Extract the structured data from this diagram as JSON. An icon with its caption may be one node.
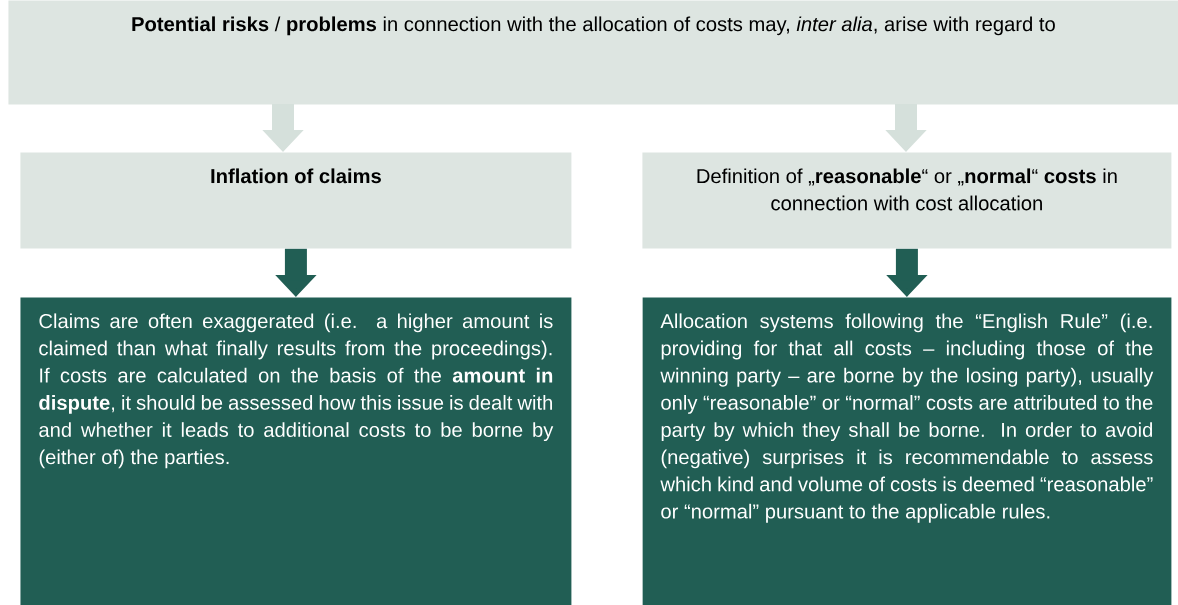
{
  "diagram": {
    "nodes": [
      {
        "text": [
          "**Potential risks** / **problems** in connection with the allocation of costs may, *inter alia*, arise with regard to"
        ]
      },
      {
        "text": [
          "Inflation of claims"
        ]
      },
      {
        "text": [
          "Definition of „**reasonable**“ or „**normal**“ **costs** in connection with cost allocation"
        ]
      },
      {
        "text": [
          "Claims are often exaggerated (i.e. a higher amount is claimed than what finally results from the proceedings). If costs are calculated on the basis of the **amount in dispute**, it should be assessed how this issue is dealt with and whether it leads to additional costs to be borne by (either of) the parties."
        ]
      },
      {
        "text": [
          "Allocation systems following the “English Rule” (i.e. providing for that all costs – including those of the winning party – are borne by the losing party), usually only “reasonable” or “normal” costs are attributed to the party by which they shall be borne. In order to avoid (negative) surprises it is recommendable to assess which kind and volume of costs is deemed “reasonable” or “normal” pursuant to the applicable rules."
        ]
      }
    ],
    "edges": [
      {
        "from": 0,
        "to": 1,
        "arrow": "to",
        "color": "#d5e0db"
      },
      {
        "from": 0,
        "to": 2,
        "arrow": "to",
        "color": "#d5e0db"
      },
      {
        "from": 1,
        "to": 3,
        "arrow": "to",
        "color": "#215e54"
      },
      {
        "from": 2,
        "to": 4,
        "arrow": "to",
        "color": "#215e54"
      }
    ]
  }
}
